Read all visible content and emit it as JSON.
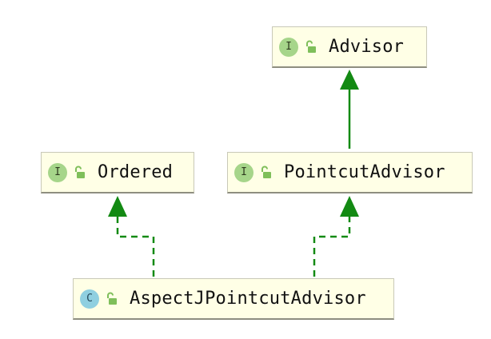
{
  "colors": {
    "node_fill": "#ffffe6",
    "node_border": "#c9c9b8",
    "edge": "#138a13",
    "interface_badge": "#a6d58a",
    "class_badge": "#8fcfe0",
    "lock": "#7fbf5a"
  },
  "nodes": {
    "advisor": {
      "kind": "I",
      "label": "Advisor",
      "icon": "unlocked-lock-icon"
    },
    "ordered": {
      "kind": "I",
      "label": "Ordered",
      "icon": "unlocked-lock-icon"
    },
    "pointcut_advisor": {
      "kind": "I",
      "label": "PointcutAdvisor",
      "icon": "unlocked-lock-icon"
    },
    "aspectj_pointcut_advisor": {
      "kind": "C",
      "label": "AspectJPointcutAdvisor",
      "icon": "unlocked-lock-icon"
    }
  },
  "edges": [
    {
      "from": "PointcutAdvisor",
      "to": "Advisor",
      "style": "solid"
    },
    {
      "from": "AspectJPointcutAdvisor",
      "to": "Ordered",
      "style": "dashed"
    },
    {
      "from": "AspectJPointcutAdvisor",
      "to": "PointcutAdvisor",
      "style": "dashed"
    }
  ]
}
